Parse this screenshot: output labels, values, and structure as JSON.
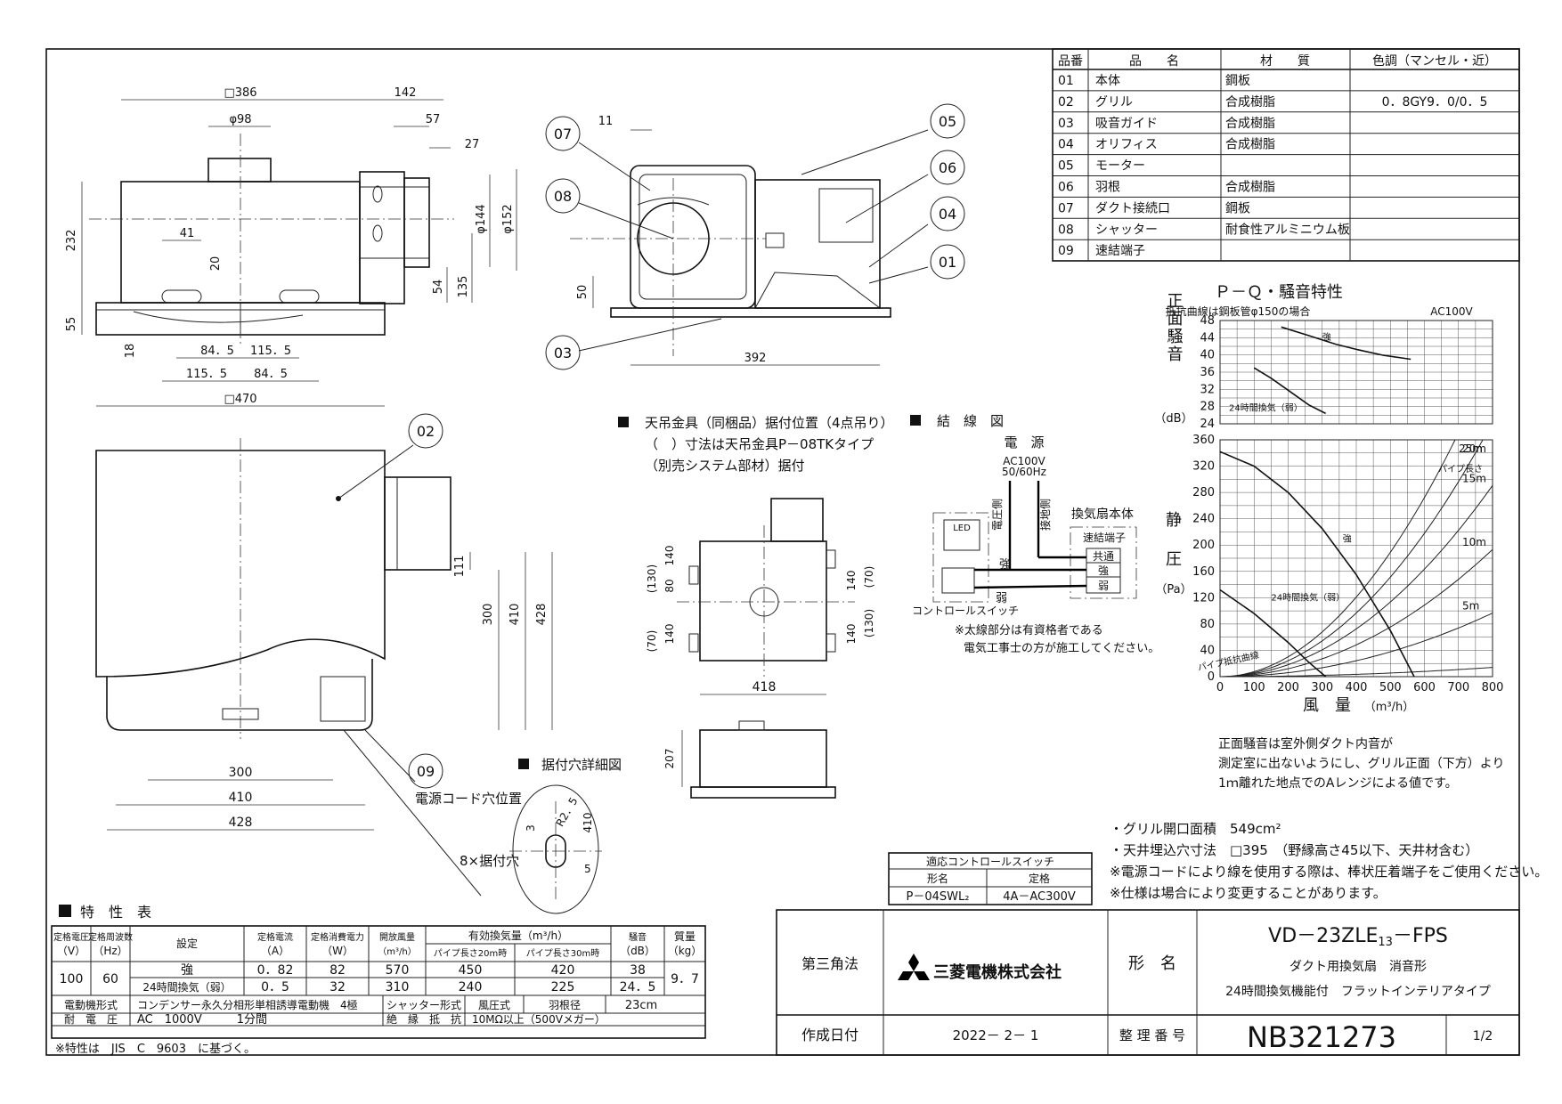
{
  "parts_table": {
    "headers": [
      "品番",
      "品　　名",
      "材　　質",
      "色調（マンセル・近）"
    ],
    "rows": [
      [
        "01",
        "本体",
        "鋼板",
        ""
      ],
      [
        "02",
        "グリル",
        "合成樹脂",
        "0．8GY9．0/0．5"
      ],
      [
        "03",
        "吸音ガイド",
        "合成樹脂",
        ""
      ],
      [
        "04",
        "オリフィス",
        "合成樹脂",
        ""
      ],
      [
        "05",
        "モーター",
        "",
        ""
      ],
      [
        "06",
        "羽根",
        "合成樹脂",
        ""
      ],
      [
        "07",
        "ダクト接続口",
        "鋼板",
        ""
      ],
      [
        "08",
        "シャッター",
        "耐食性アルミニウム板",
        ""
      ],
      [
        "09",
        "速結端子",
        "",
        ""
      ]
    ]
  },
  "front_view_dims": {
    "d386": "□386",
    "d142": "142",
    "d98": "φ98",
    "d57": "57",
    "d27": "27",
    "d232": "232",
    "d144": "φ144",
    "d152": "φ152",
    "d41": "41",
    "d20": "20",
    "d54": "54",
    "d135": "135",
    "d55": "55",
    "d18": "18",
    "d84a": "84．5",
    "d115a": "115．5",
    "d115b": "115．5",
    "d84b": "84．5",
    "d470": "□470"
  },
  "side_view_dims": {
    "d11": "11",
    "d50": "50",
    "d392": "392"
  },
  "balloons": {
    "b01": "01",
    "b02": "02",
    "b03": "03",
    "b04": "04",
    "b05": "05",
    "b06": "06",
    "b07": "07",
    "b08": "08",
    "b09": "09"
  },
  "bottom_view_dims": {
    "d111": "111",
    "d300v": "300",
    "d410v": "410",
    "d428v": "428",
    "d300h": "300",
    "d410h": "410",
    "d428h": "428"
  },
  "hanger_note": {
    "line1": "天吊金具（同梱品）据付位置（4点吊り）",
    "line2": "（　）寸法は天吊金具P－08TKタイプ",
    "line3": "（別売システム部材）据付"
  },
  "hanger_dims": {
    "l70": "(70)",
    "l130": "(130)",
    "l140a": "140",
    "l80": "80",
    "l140b": "140",
    "r140a": "140",
    "r140b": "140",
    "r130": "(130)",
    "r70": "(70)",
    "d418": "418",
    "d207": "207"
  },
  "wiring": {
    "title": "結　線　図",
    "power": "電　源",
    "voltage": "AC100V",
    "freq": "50/60Hz",
    "live": "電圧側",
    "ground": "接地側",
    "body": "換気扇本体",
    "terminal": "速結端子",
    "common": "共通",
    "strong1": "強",
    "weak1": "弱",
    "strong2": "強",
    "weak2": "弱",
    "led": "LED",
    "switch": "コントロールスイッチ",
    "note1": "※太線部分は有資格者である",
    "note2": "電気工事士の方が施工してください。"
  },
  "mount_detail": {
    "title": "据付穴詳細図",
    "d3": "3",
    "r25": "R2．5",
    "d410": "410",
    "d5": "5",
    "holes": "8×据付穴",
    "cord": "電源コード穴位置"
  },
  "chart_data": {
    "type": "line",
    "title": "Ｐ－Ｑ・騒音特性",
    "noise_panel": {
      "note": "抵抗曲線は鋼板管φ150の場合",
      "supply": "AC100V",
      "ylabel": "正面騒音",
      "yunit": "（dB）",
      "yticks": [
        "48",
        "44",
        "40",
        "36",
        "32",
        "28",
        "24"
      ],
      "ylim": [
        24,
        48
      ],
      "series": [
        {
          "name": "強",
          "x": [
            180,
            260,
            340,
            400,
            480,
            560
          ],
          "y": [
            46.5,
            44.5,
            42.5,
            41.3,
            39.9,
            39
          ]
        },
        {
          "name": "24時間換気（弱）",
          "x": [
            100,
            150,
            200,
            260,
            310
          ],
          "y": [
            37,
            34.6,
            31.8,
            28.4,
            26.4
          ]
        }
      ]
    },
    "pq_panel": {
      "ylabel_a": "静",
      "ylabel_b": "圧",
      "yunit": "（Pa）",
      "xlabel": "風　量",
      "xunit": "（m³/h）",
      "yticks": [
        "360",
        "320",
        "280",
        "240",
        "200",
        "160",
        "120",
        "80",
        "40",
        "0"
      ],
      "xticks": [
        "0",
        "100",
        "200",
        "300",
        "400",
        "500",
        "600",
        "700",
        "800"
      ],
      "xlim": [
        0,
        800
      ],
      "ylim": [
        0,
        360
      ],
      "pipe_label": "パイプ長さ",
      "resistance_label": "パイプ抵抗曲線",
      "series": [
        {
          "name": "強",
          "x": [
            0,
            100,
            200,
            300,
            400,
            500,
            570
          ],
          "y": [
            342,
            320,
            280,
            225,
            155,
            70,
            0
          ]
        },
        {
          "name": "24時間換気（弱）",
          "x": [
            0,
            100,
            200,
            260,
            310
          ],
          "y": [
            132,
            96,
            52,
            22,
            0
          ]
        }
      ],
      "resistance": [
        {
          "name": "25m",
          "k": 0.000756
        },
        {
          "name": "20m",
          "k": 0.000605
        },
        {
          "name": "15m",
          "k": 0.000454
        },
        {
          "name": "10m",
          "k": 0.000302
        },
        {
          "name": "5m",
          "k": 0.000151
        },
        {
          "name": "",
          "k": 2.2e-05
        }
      ]
    }
  },
  "chart_notes": {
    "n1": "正面騒音は室外側ダクト内音が",
    "n2": "測定室に出ないようにし、グリル正面（下方）より",
    "n3": "1ｍ離れた地点でのAレンジによる値です。"
  },
  "spec_notes": {
    "s1": "・グリル開口面積　549cm²",
    "s2": "・天井埋込穴寸法　□395　（野縁高さ45以下、天井材含む）",
    "s3": "※電源コードにより線を使用する際は、棒状圧着端子をご使用ください。",
    "s4": "※仕様は場合により変更することがあります。"
  },
  "switch_table": {
    "title": "適応コントロールスイッチ",
    "h1": "形名",
    "h2": "定格",
    "v1": "P－04SWL₂",
    "v2": "4A－AC300V"
  },
  "characteristics": {
    "title": "特　性　表",
    "h_voltage": "定格電圧",
    "h_voltage_u": "（V）",
    "h_freq": "定格周波数",
    "h_freq_u": "（Hz）",
    "h_setting": "設定",
    "h_current": "定格電流",
    "h_current_u": "（A）",
    "h_power": "定格消費電力",
    "h_power_u": "（W）",
    "h_flow": "開放風量",
    "h_flow_u": "（m³/h）",
    "h_eff": "有効換気量（m³/h）",
    "h_eff20": "パイプ長さ20m時",
    "h_eff30": "パイプ長さ30m時",
    "h_noise": "騒音",
    "h_noise_u": "（dB）",
    "h_mass": "質量",
    "h_mass_u": "（kg）",
    "voltage": "100",
    "freq": "60",
    "rows": [
      {
        "setting": "強",
        "current": "0．82",
        "power": "82",
        "flow": "570",
        "eff20": "450",
        "eff30": "420",
        "noise": "38"
      },
      {
        "setting": "24時間換気（弱）",
        "current": "0．5",
        "power": "32",
        "flow": "310",
        "eff20": "240",
        "eff30": "225",
        "noise": "24．5"
      }
    ],
    "mass": "9．7",
    "motor_label": "電動機形式",
    "motor": "コンデンサー永久分相形単相誘導電動機　4極",
    "shutter_label": "シャッター形式",
    "shutter": "風圧式",
    "blade_label": "羽根径",
    "blade": "23cm",
    "withstand_label": "耐　電　圧",
    "withstand": "AC　1000V　　　1分間",
    "insulation_label": "絶　縁　抵　抗",
    "insulation": "10MΩ以上（500Vメガー）",
    "footnote": "※特性は　JIS　C　9603　に基づく。"
  },
  "title_block": {
    "projection": "第三角法",
    "company": "三菱電機株式会社",
    "model_label": "形　名",
    "model_main": "VD－23ZLE",
    "model_sub": "13",
    "model_end": "－FPS",
    "desc1": "ダクト用換気扇　消音形",
    "desc2": "24時間換気機能付　フラットインテリアタイプ",
    "date_label": "作成日付",
    "date": "2022－ 2－ 1",
    "number_label": "整 理 番 号",
    "number": "NB321273",
    "page": "1/2"
  }
}
